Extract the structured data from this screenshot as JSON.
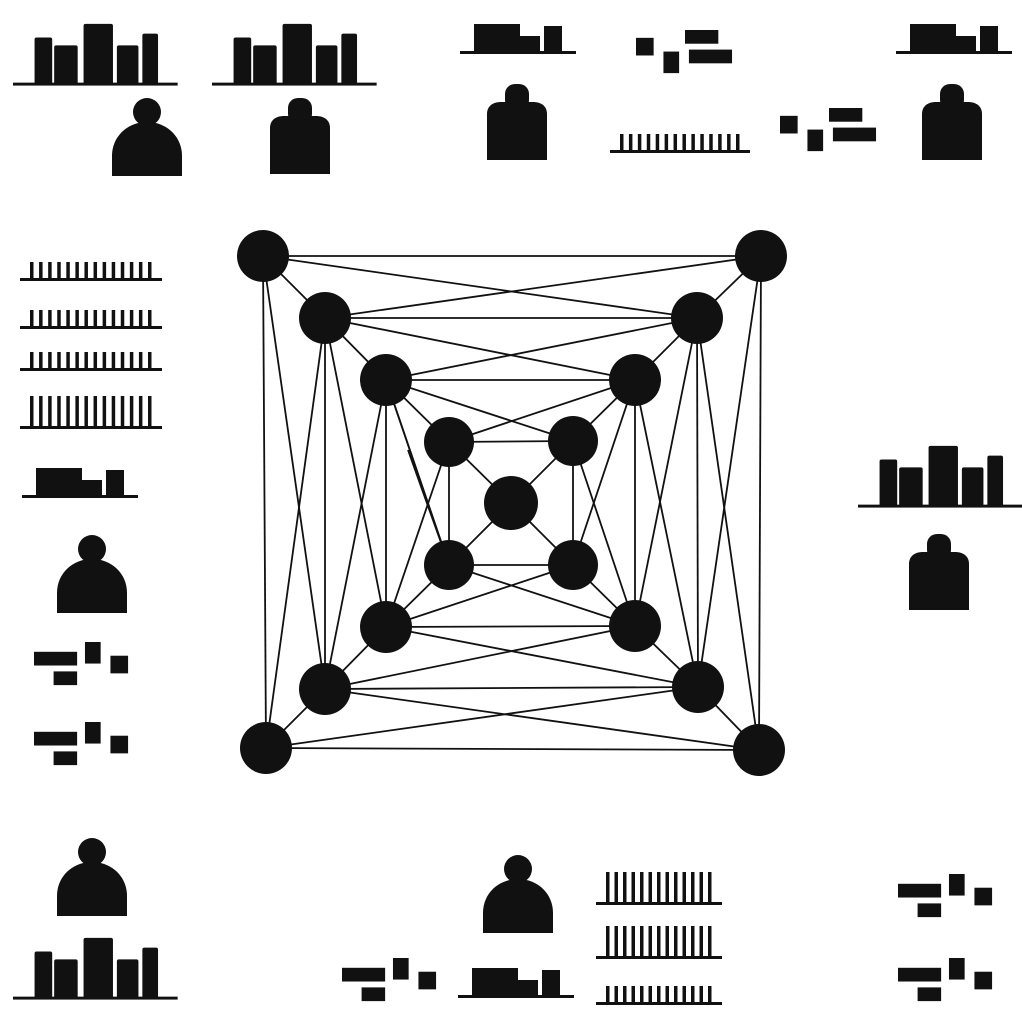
{
  "diagram": {
    "ink_color": "#111111",
    "background_color": "#ffffff",
    "network": {
      "node_count": 17,
      "rings": [
        {
          "name": "outer",
          "node_count": 4
        },
        {
          "name": "second",
          "node_count": 4
        },
        {
          "name": "third",
          "node_count": 4
        },
        {
          "name": "inner",
          "node_count": 4
        },
        {
          "name": "center",
          "node_count": 1
        }
      ]
    },
    "glyph_types": [
      {
        "type": "bar-group",
        "icon": "bar-chart-icon"
      },
      {
        "type": "tick-row",
        "icon": "tick-row-icon"
      },
      {
        "type": "block-row",
        "icon": "block-row-icon"
      },
      {
        "type": "bell-person",
        "icon": "person-icon"
      },
      {
        "type": "block-person",
        "icon": "person-icon"
      },
      {
        "type": "scattered-blocks",
        "icon": "blocks-icon"
      }
    ]
  }
}
